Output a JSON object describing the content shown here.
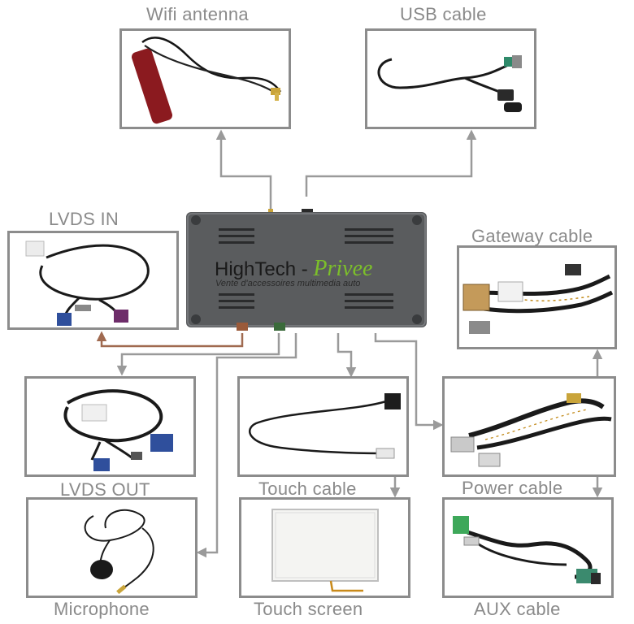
{
  "components": {
    "wifi_antenna": "Wifi antenna",
    "usb_cable": "USB cable",
    "lvds_in": "LVDS IN",
    "gateway_cable": "Gateway cable",
    "lvds_out": "LVDS OUT",
    "touch_cable": "Touch cable",
    "power_cable": "Power cable",
    "microphone": "Microphone",
    "touch_screen": "Touch screen",
    "aux_cable": "AUX cable"
  },
  "module": {
    "brand_main": "HighTech - ",
    "brand_accent": "Privee",
    "tagline": "Vente d'accessoires multimedia auto"
  },
  "colors": {
    "label": "#8a8a8a",
    "box_border": "#8c8c8c",
    "connector_line": "#9a9a9a",
    "accent": "#7cbf2a",
    "module_body": "#5a5c5e",
    "fakra_blue": "#2f4f9c",
    "fakra_violet": "#6e2d6a",
    "fakra_green": "#2f8a6a",
    "wifi_red": "#8b1a1f"
  }
}
